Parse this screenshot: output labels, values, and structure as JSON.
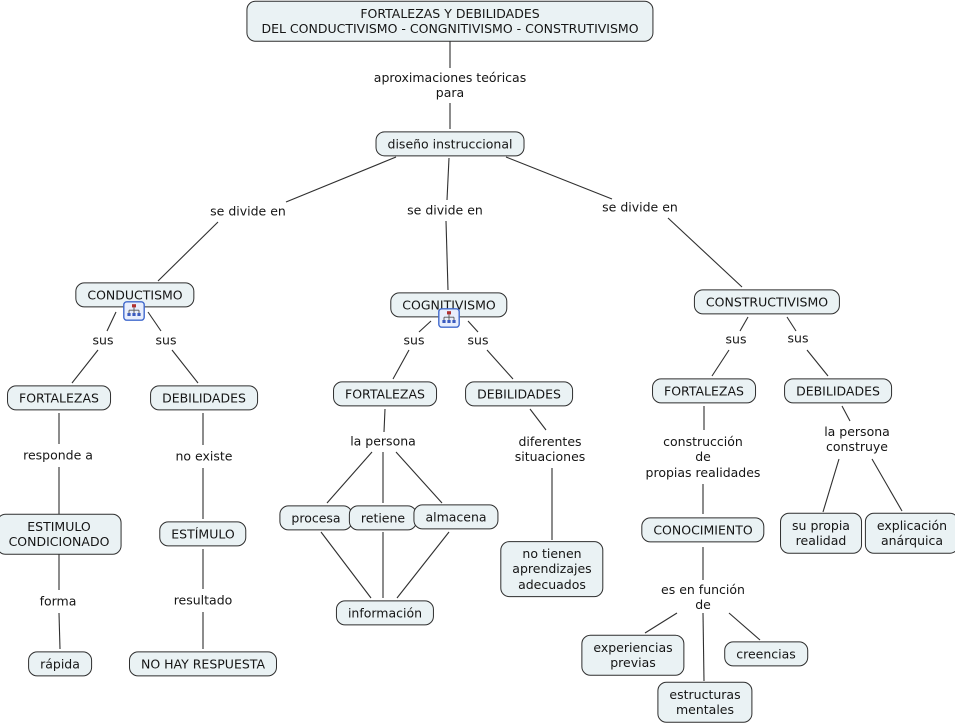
{
  "colors": {
    "node_fill": "#eaf2f4",
    "node_border": "#2e2e2e",
    "text": "#151515",
    "line": "#2f2f2f",
    "icon_border": "#4169cd",
    "icon_red": "#b03030",
    "icon_blue": "#3b5bbf"
  },
  "title": "FORTALEZAS Y DEBILIDADES\nDEL CONDUCTIVISMO - CONGNITIVISMO - CONSTRUTIVISMO",
  "concepts": {
    "diseno_instruccional": "diseño instruccional",
    "conductismo": "CONDUCTISMO",
    "cognitivismo": "COGNITIVISMO",
    "constructivismo": "CONSTRUCTIVISMO",
    "fortalezas_conductismo": "FORTALEZAS",
    "debilidades_conductismo": "DEBILIDADES",
    "fortalezas_cognitivismo": "FORTALEZAS",
    "debilidades_cognitivismo": "DEBILIDADES",
    "fortalezas_constructivismo": "FORTALEZAS",
    "debilidades_constructivismo": "DEBILIDADES",
    "estimulo_condicionado": "ESTIMULO\nCONDICIONADO",
    "estimulo": "ESTÍMULO",
    "rapida": "rápida",
    "no_hay_respuesta": "NO HAY RESPUESTA",
    "procesa": "procesa",
    "retiene": "retiene",
    "almacena": "almacena",
    "informacion": "información",
    "no_tienen_aprendizajes": "no tienen\naprendizajes\nadecuados",
    "conocimiento": "CONOCIMIENTO",
    "experiencias_previas": "experiencias\nprevias",
    "creencias": "creencias",
    "estructuras_mentales": "estructuras\nmentales",
    "su_propia_realidad": "su propia\nrealidad",
    "explicacion_anarquica": "explicación\nanárquica"
  },
  "links": {
    "aproximaciones": "aproximaciones teóricas\npara",
    "se_divide_en_1": "se divide en",
    "se_divide_en_2": "se divide en",
    "se_divide_en_3": "se divide en",
    "sus_1": "sus",
    "sus_2": "sus",
    "sus_3": "sus",
    "sus_4": "sus",
    "sus_5": "sus",
    "sus_6": "sus",
    "responde_a": "responde a",
    "no_existe": "no existe",
    "la_persona": "la persona",
    "diferentes_situaciones": "diferentes\nsituaciones",
    "construccion": "construcción\nde\npropias realidades",
    "la_persona_construye": "la persona\nconstruye",
    "forma": "forma",
    "resultado": "resultado",
    "es_en_funcion_de": "es en función\nde"
  },
  "icons": {
    "conductismo_resource": "concept-map-icon",
    "cognitivismo_resource": "concept-map-icon"
  }
}
